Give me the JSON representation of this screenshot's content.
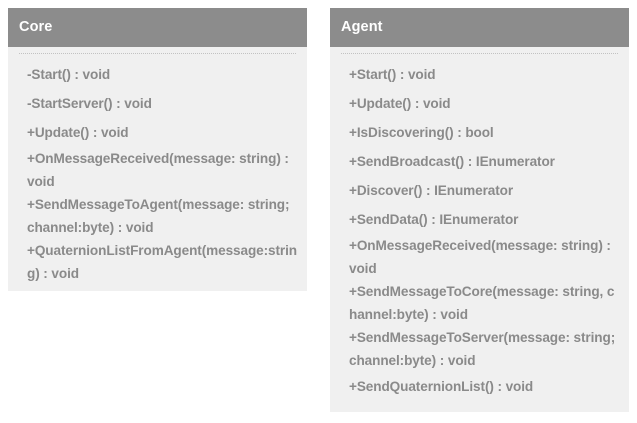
{
  "diagram": {
    "type": "uml-class-diagram",
    "background_color": "#ffffff",
    "header_color": "#8c8c8c",
    "body_color": "#f0f0f0",
    "header_text_color": "#ffffff",
    "member_text_color": "#8a8a8a",
    "classes": [
      {
        "name": "Core",
        "members": [
          {
            "text": "-Start() : void",
            "wrapped": false
          },
          {
            "text": "-StartServer() : void",
            "wrapped": false
          },
          {
            "text": "+Update() : void",
            "wrapped": false
          },
          {
            "text": "+OnMessageReceived(message: string) : void",
            "wrapped": true
          },
          {
            "text": "+SendMessageToAgent(message: string; channel:byte) : void",
            "wrapped": true
          },
          {
            "text": "+QuaternionListFromAgent(message:string) : void",
            "wrapped": true
          }
        ]
      },
      {
        "name": "Agent",
        "members": [
          {
            "text": "+Start() : void",
            "wrapped": false
          },
          {
            "text": "+Update() : void",
            "wrapped": false
          },
          {
            "text": "+IsDiscovering() : bool",
            "wrapped": false
          },
          {
            "text": "+SendBroadcast() : IEnumerator",
            "wrapped": false
          },
          {
            "text": "+Discover() : IEnumerator",
            "wrapped": false
          },
          {
            "text": "+SendData() : IEnumerator",
            "wrapped": false
          },
          {
            "text": "+OnMessageReceived(message: string) : void",
            "wrapped": true
          },
          {
            "text": "+SendMessageToCore(message: string, channel:byte) : void",
            "wrapped": true
          },
          {
            "text": "+SendMessageToServer(message: string; channel:byte) : void",
            "wrapped": true
          },
          {
            "text": "+SendQuaternionList() : void",
            "wrapped": false
          }
        ]
      }
    ]
  }
}
